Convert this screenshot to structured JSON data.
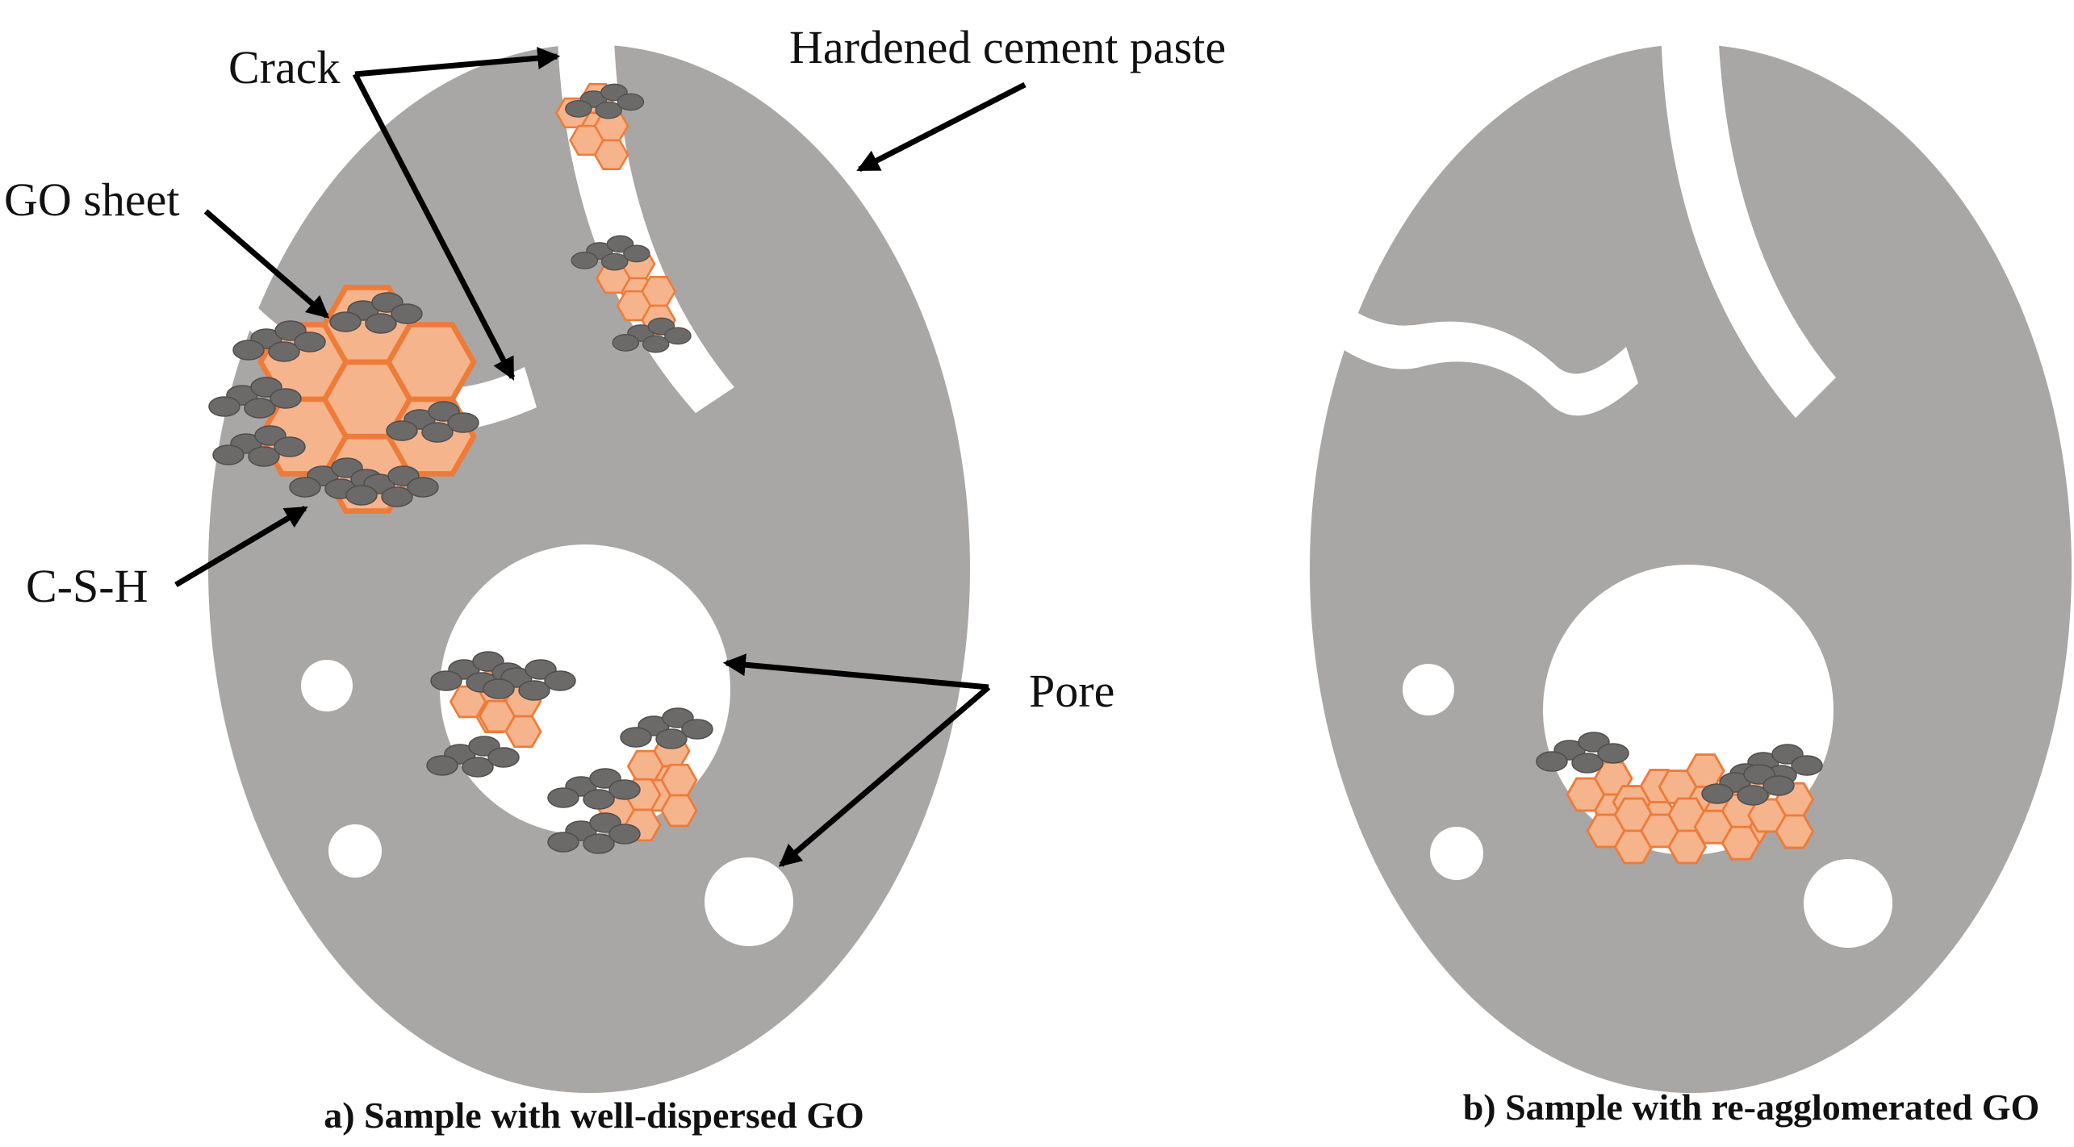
{
  "labels": {
    "crack": "Crack",
    "hardened_cement_paste": "Hardened cement paste",
    "go_sheet": "GO sheet",
    "csh": "C-S-H",
    "pore": "Pore"
  },
  "captions": {
    "a": "a) Sample with well-dispersed GO",
    "b": "b) Sample with re-agglomerated GO"
  },
  "colors": {
    "cement": "#a9a6a6",
    "void": "#ffffff",
    "go_fill": "#f6b48d",
    "go_stroke": "#ee7b38",
    "csh": "#6c6969",
    "arrow": "#000000"
  }
}
